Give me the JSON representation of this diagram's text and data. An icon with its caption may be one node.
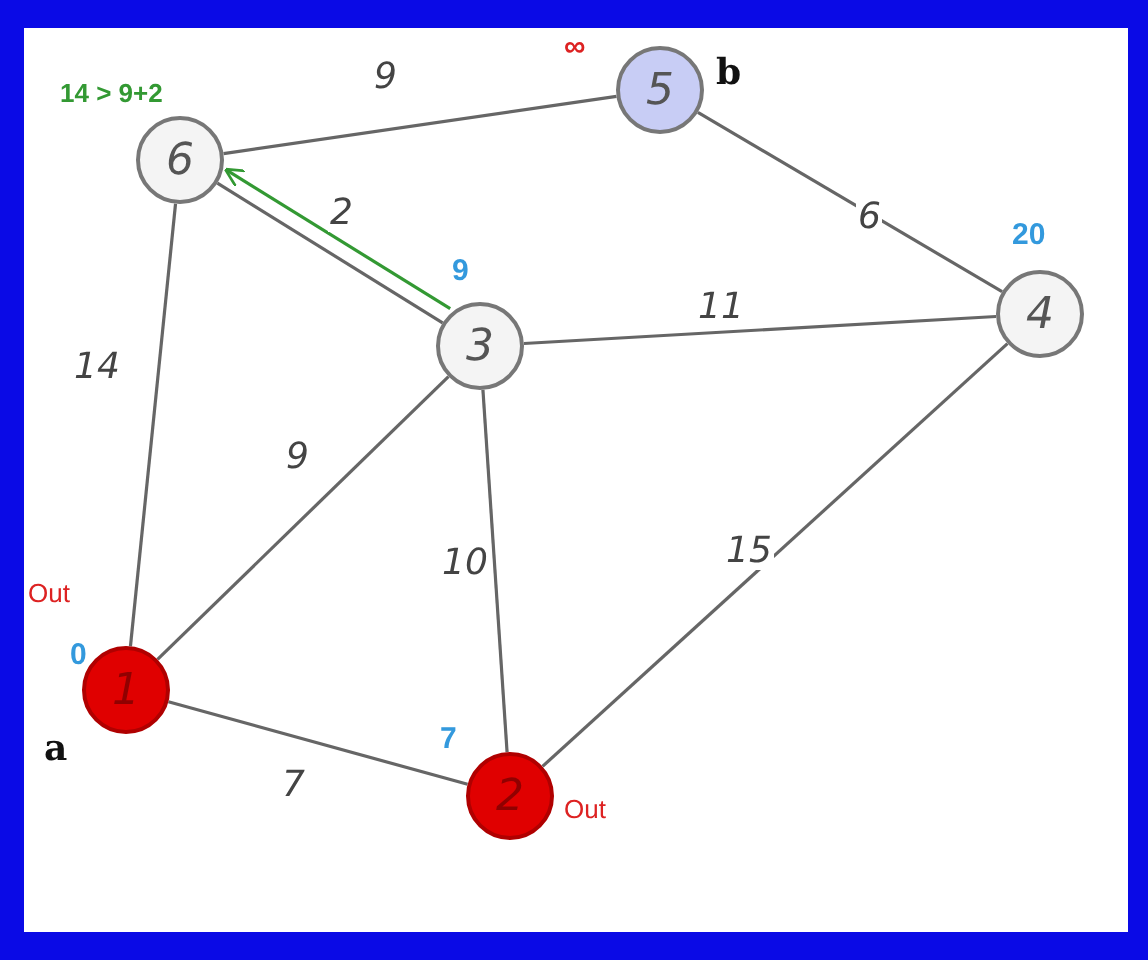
{
  "diagram": {
    "nodes": [
      {
        "text": [
          "1"
        ],
        "beside": [
          "Out",
          "0",
          "a"
        ]
      },
      {
        "text": [
          "2"
        ],
        "beside": [
          "7",
          "Out"
        ]
      },
      {
        "text": [
          "3"
        ],
        "beside": [
          "9"
        ]
      },
      {
        "text": [
          "4"
        ],
        "beside": [
          "20"
        ]
      },
      {
        "text": [
          "5"
        ],
        "beside": [
          "∞",
          "b"
        ]
      },
      {
        "text": [
          "6"
        ],
        "beside": [
          "14 > 9+2"
        ]
      }
    ],
    "edges": [
      {
        "from": 0,
        "to": 1,
        "arrow": "none",
        "label": "7"
      },
      {
        "from": 0,
        "to": 2,
        "arrow": "none",
        "label": "9"
      },
      {
        "from": 0,
        "to": 5,
        "arrow": "none",
        "label": "14"
      },
      {
        "from": 1,
        "to": 2,
        "arrow": "none",
        "label": "10"
      },
      {
        "from": 1,
        "to": 3,
        "arrow": "none",
        "label": "15"
      },
      {
        "from": 2,
        "to": 3,
        "arrow": "none",
        "label": "11"
      },
      {
        "from": 2,
        "to": 5,
        "arrow": "none",
        "label": "2"
      },
      {
        "from": 5,
        "to": 4,
        "arrow": "none",
        "label": "9"
      },
      {
        "from": 4,
        "to": 3,
        "arrow": "none",
        "label": "6"
      },
      {
        "from": 2,
        "to": 5,
        "arrow": "to",
        "color": "#339933"
      }
    ]
  }
}
